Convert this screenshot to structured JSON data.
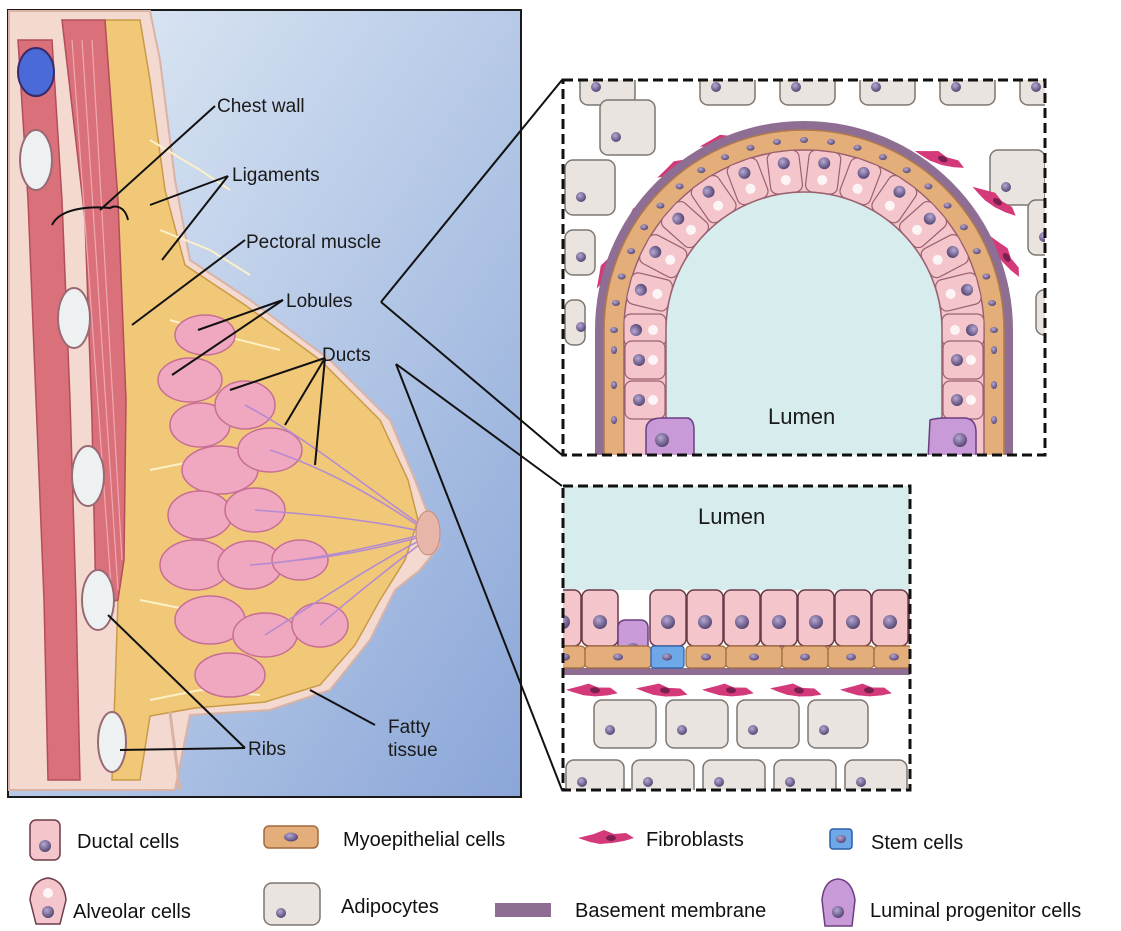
{
  "anatomy_labels": {
    "chest_wall": "Chest wall",
    "ligaments": "Ligaments",
    "pectoral_muscle": "Pectoral muscle",
    "lobules": "Lobules",
    "ducts": "Ducts",
    "ribs": "Ribs",
    "fatty_tissue_line1": "Fatty",
    "fatty_tissue_line2": "tissue"
  },
  "insets": {
    "lobule_lumen": "Lumen",
    "duct_lumen": "Lumen"
  },
  "legend": {
    "ductal_cells": "Ductal cells",
    "myoepithelial_cells": "Myoepithelial cells",
    "fibroblasts": "Fibroblasts",
    "stem_cells": "Stem cells",
    "alveolar_cells": "Alveolar cells",
    "adipocytes": "Adipocytes",
    "basement_membrane": "Basement membrane",
    "luminal_progenitor_cells": "Luminal progenitor cells"
  },
  "colors": {
    "ductal_cell": "#f4c6cc",
    "nucleus": "#6e5f8c",
    "myoepithelial": "#e3ae79",
    "fibroblast": "#d4397a",
    "stem_cell": "#6fa8e8",
    "adipocyte": "#e9e4df",
    "basement_membrane": "#8e6e92",
    "luminal_progenitor": "#c99ad8",
    "lumen_fill": "#d6eced",
    "anatomy_background": "#c9d9ec",
    "fat": "#f0c878",
    "muscle": "#d9707a",
    "lobule": "#f0a8c0"
  }
}
